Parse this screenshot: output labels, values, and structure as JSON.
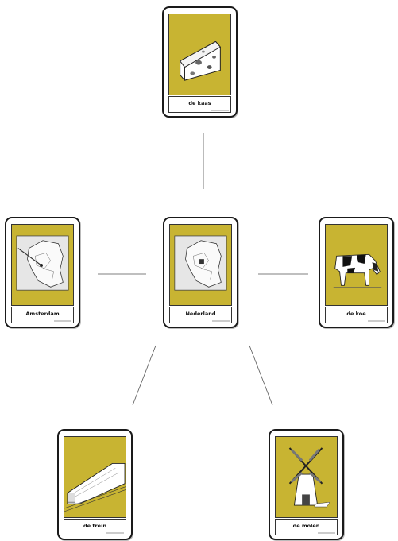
{
  "center": {
    "label": "Nederland",
    "icon": "netherlands-map-icon"
  },
  "cards": [
    {
      "id": "kaas",
      "label": "de kaas",
      "icon": "cheese-icon"
    },
    {
      "id": "amsterdam",
      "label": "Amsterdam",
      "icon": "netherlands-map-icon"
    },
    {
      "id": "koe",
      "label": "de koe",
      "icon": "cow-icon"
    },
    {
      "id": "trein",
      "label": "de trein",
      "icon": "train-icon"
    },
    {
      "id": "molen",
      "label": "de molen",
      "icon": "windmill-icon"
    }
  ],
  "colors": {
    "card_background": "#c8b432",
    "border": "#1a1a1a"
  }
}
